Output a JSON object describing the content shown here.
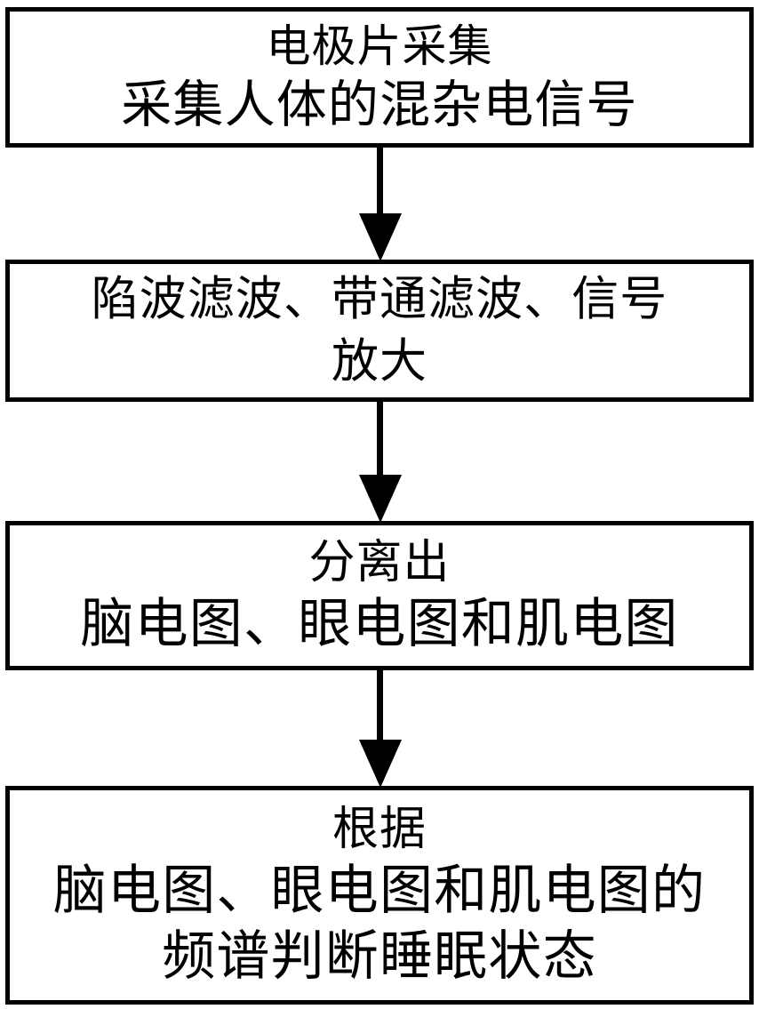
{
  "diagram": {
    "type": "flowchart",
    "orientation": "top-to-bottom",
    "background_color": "#ffffff",
    "line_color": "#000000",
    "nodes": [
      {
        "id": "acquisition",
        "shape": "rectangle",
        "lines": [
          "电极片采集",
          "采集人体的混杂电信号"
        ]
      },
      {
        "id": "filtering",
        "shape": "rectangle",
        "lines": [
          "陷波滤波、带通滤波、信号",
          "放大"
        ]
      },
      {
        "id": "separation",
        "shape": "rectangle",
        "lines": [
          "分离出",
          "脑电图、眼电图和肌电图"
        ]
      },
      {
        "id": "judgement",
        "shape": "rectangle",
        "lines": [
          "根据",
          "脑电图、眼电图和肌电图的",
          "频谱判断睡眠状态"
        ]
      }
    ],
    "connectors": [
      {
        "id": "connector-1",
        "from": "acquisition",
        "to": "filtering",
        "arrowhead": "solid-triangle-down"
      },
      {
        "id": "connector-2",
        "from": "filtering",
        "to": "separation",
        "arrowhead": "solid-triangle-down"
      },
      {
        "id": "connector-3",
        "from": "separation",
        "to": "judgement",
        "arrowhead": "solid-triangle-down"
      }
    ]
  }
}
